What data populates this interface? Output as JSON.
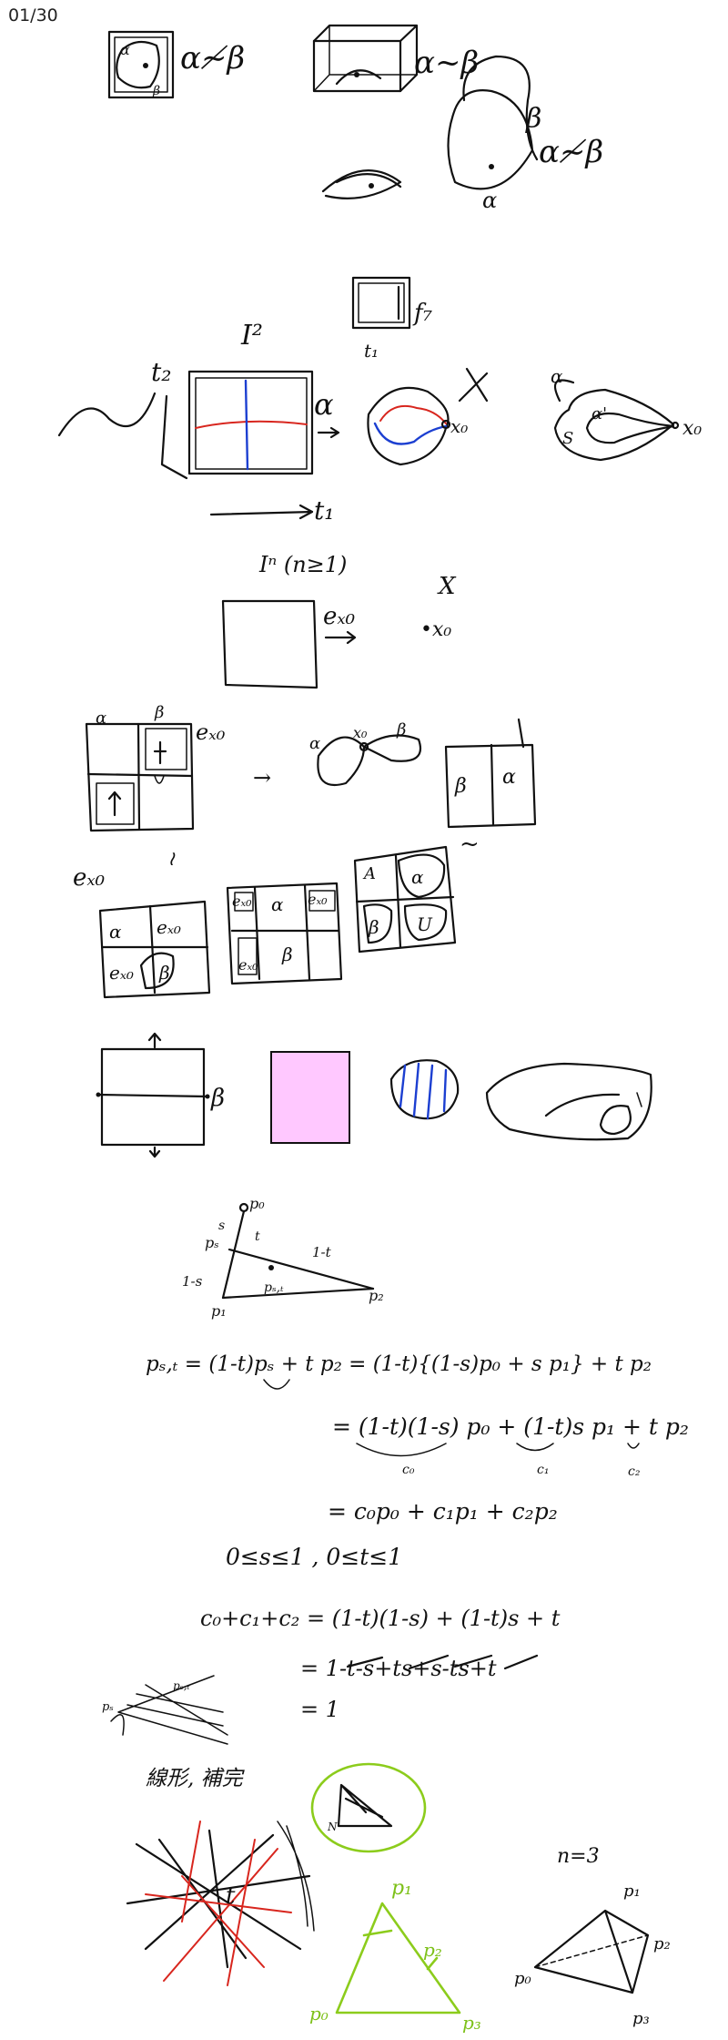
{
  "page_counter": "01/30",
  "colors": {
    "ink": "#111111",
    "red": "#d8261e",
    "blue": "#1c3fd1",
    "pink": "#ffc8ff",
    "green": "#8ccc1c"
  },
  "top": {
    "rel1": "α≁β",
    "rel2": "α~β",
    "rel3": "α≁β",
    "a": "α",
    "b": "β"
  },
  "square": {
    "label": "I²",
    "t1": "t₁",
    "t2": "t₂",
    "alpha": "α",
    "X": "X",
    "x0": "x₀",
    "s": "S",
    "alpha_prime": "α'",
    "f": "f₇",
    "t1_small": "t₁"
  },
  "In": {
    "label": "Iⁿ (n≥1)",
    "e": "eₓ₀",
    "X": "X",
    "x0": "•x₀"
  },
  "grid": {
    "alpha": "α",
    "beta": "β",
    "e": "eₓ₀",
    "e2": "eₓ₀",
    "x0": "x₀",
    "sim": "~",
    "approx": "≀"
  },
  "cells": {
    "c1": [
      "α",
      "eₓ₀",
      "eₓ₀",
      "β"
    ],
    "c2": [
      "eₓ₀",
      "α",
      "eₓ₀",
      "eₓ₀",
      "β"
    ],
    "c3": [
      "A",
      "α",
      "β",
      "U"
    ]
  },
  "band": {
    "beta": "β"
  },
  "triangle": {
    "p0": "p₀",
    "p1": "p₁",
    "p2": "p₂",
    "ps": "pₛ",
    "pst": "pₛ,ₜ",
    "s": "s",
    "t": "t",
    "one_s": "1-s",
    "one_t": "1-t"
  },
  "eqs": [
    "pₛ,ₜ = (1-t)pₛ + t p₂ = (1-t){(1-s)p₀ + s p₁} + t p₂",
    "= (1-t)(1-s) p₀ + (1-t)s p₁ + t p₂",
    "= c₀p₀ + c₁p₁ + c₂p₂",
    "0≤s≤1 ,  0≤t≤1",
    "c₀+c₁+c₂ = (1-t)(1-s) + (1-t)s + t",
    "= 1-t-s+ts+s-ts+t",
    "= 1"
  ],
  "eq_labels": {
    "c0": "c₀",
    "c1": "c₁",
    "c2": "c₂"
  },
  "bottom": {
    "note": "線形, 補完",
    "ps": "pₛ",
    "pst": "pₛ,ₜ",
    "green_p0": "p₀",
    "green_p1": "p₁",
    "green_p2": "p₂",
    "green_p3": "p₃",
    "n3": "n=3",
    "t_p0": "p₀",
    "t_p1": "p₁",
    "t_p2": "p₂",
    "t_p3": "p₃"
  }
}
